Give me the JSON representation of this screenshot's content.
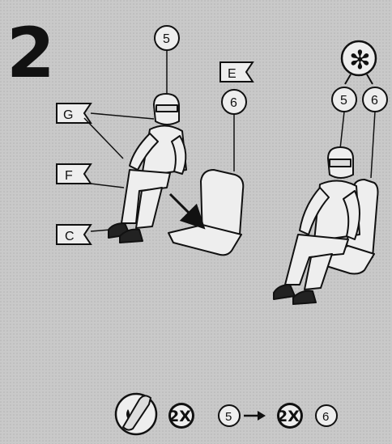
{
  "step": {
    "number": "2"
  },
  "labels": {
    "part_5_left": "5",
    "part_6_left": "6",
    "part_5_right": "5",
    "part_6_right": "6",
    "flag_E": "E",
    "flag_G": "G",
    "flag_F": "F",
    "flag_C": "C",
    "asterisk": "✻"
  },
  "paint_instruction": {
    "count_1": "2X",
    "part_1": "5",
    "count_2": "2X",
    "part_2": "6"
  },
  "colors": {
    "background": "#c9c9c9",
    "ink": "#111111",
    "figure_fill": "#eeeeee"
  }
}
